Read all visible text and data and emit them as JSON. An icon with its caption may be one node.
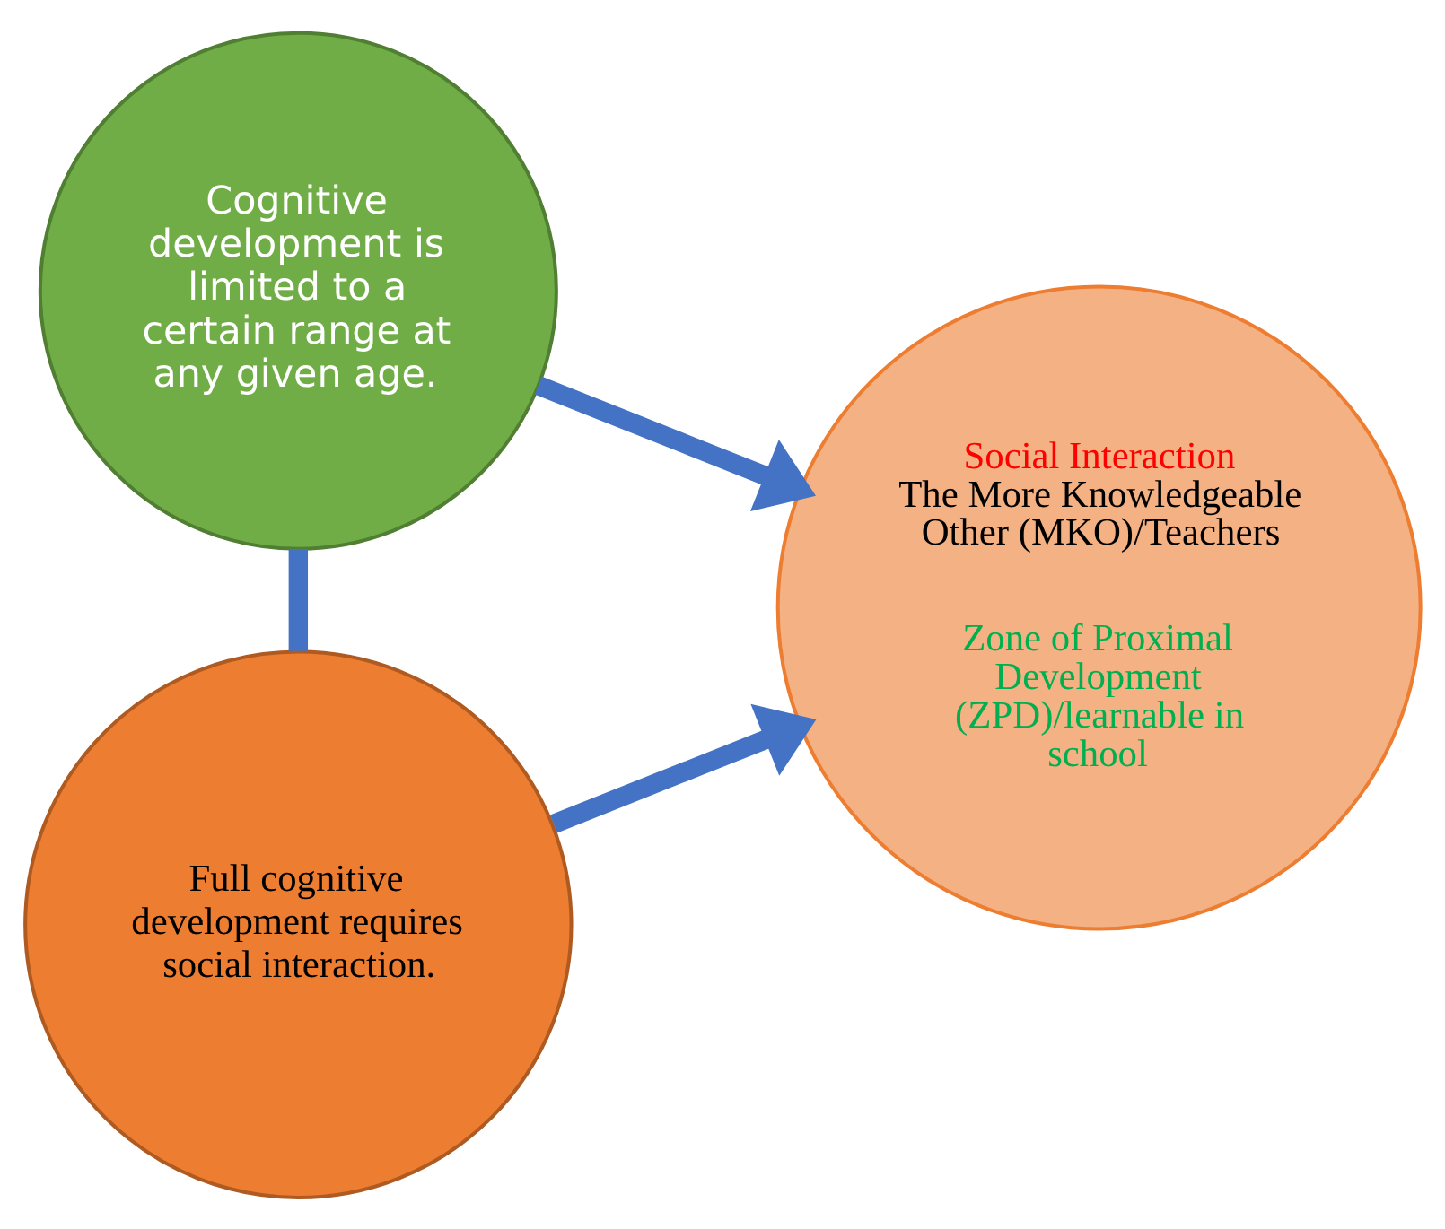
{
  "diagram": {
    "nodes": [
      {
        "text": [
          "Cognitive development is limited to a certain range at any given age."
        ]
      },
      {
        "text": [
          "Full cognitive development requires social interaction."
        ]
      },
      {
        "text": [
          "Social Interaction",
          "The More Knowledgeable Other (MKO)/Teachers",
          "Zone of Proximal Development (ZPD)/learnable in school"
        ]
      }
    ],
    "edges": [
      {
        "from": 0,
        "to": 2,
        "arrow": "to"
      },
      {
        "from": 0,
        "to": 1,
        "arrow": "none"
      },
      {
        "from": 1,
        "to": 2,
        "arrow": "to"
      }
    ]
  }
}
